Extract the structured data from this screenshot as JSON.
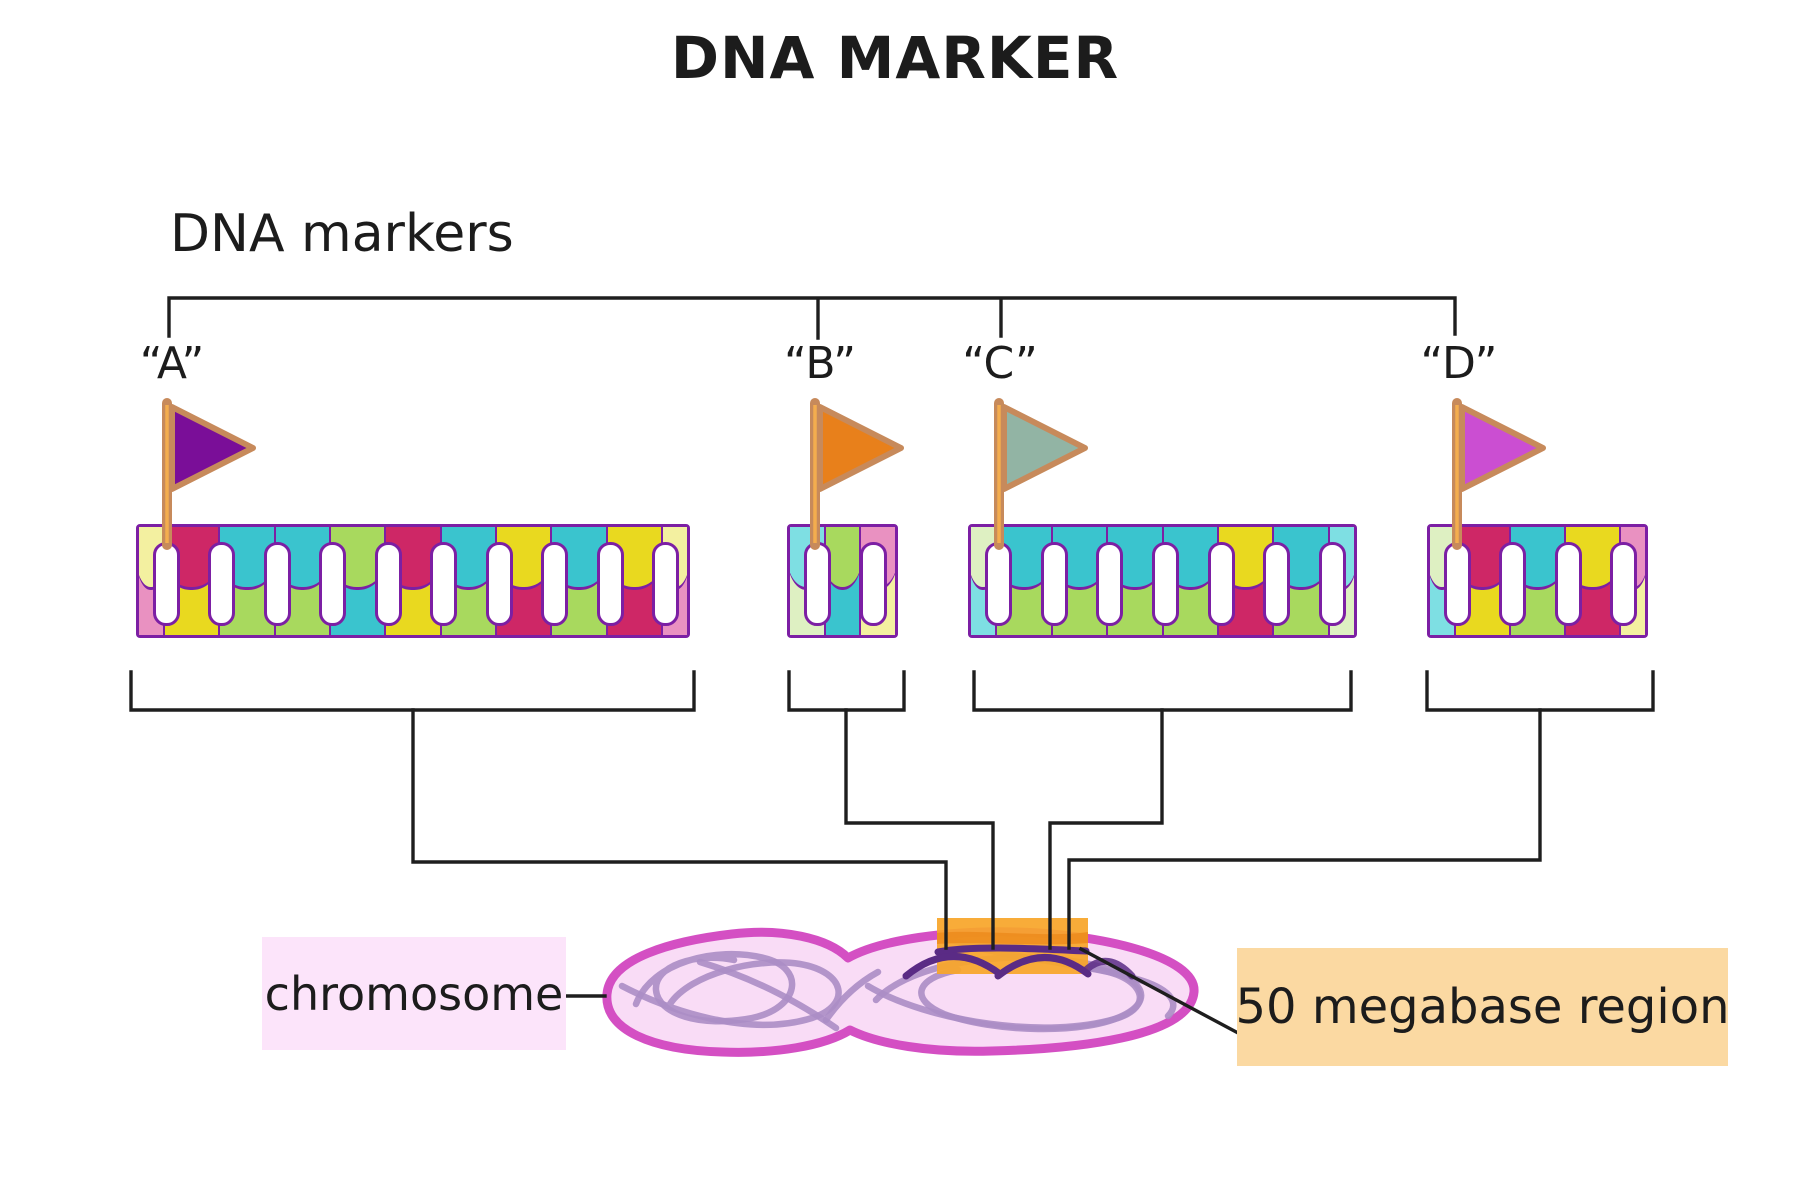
{
  "title": "DNA MARKER",
  "group_label": "DNA markers",
  "labels": {
    "chromosome": "chromosome",
    "region": "50 megabase region"
  },
  "palette": {
    "outline": "#7c1fa4",
    "crimson": "#ce2766",
    "yellow": "#e9d91f",
    "teal": "#3ac4ce",
    "green": "#a8d95e",
    "pale_yellow": "#f3f0a0",
    "pink": "#e991c1",
    "light_cyan": "#7edfe3",
    "pale_green": "#def0c2",
    "flag_pole": "#c78a5b",
    "flag_pole_stripe": "#f4ad4e",
    "connector_line": "#1e1e1e",
    "chromosome_outline": "#d44fc3",
    "chromosome_fill": "#f9dcf6",
    "squiggle": "#ab8dc5",
    "dna_strand": "#5a2b85",
    "highlight_orange": "#f7a62a",
    "highlight_orange_dark": "#ec8a1c",
    "chromosome_label_bg": "#fce4fa",
    "region_label_bg": "#fbd9a2"
  },
  "markers": [
    {
      "id": "A",
      "label": "“A”",
      "flag_color": "#7a0e98",
      "bars": 10,
      "segments": [
        {
          "top": "pale_yellow",
          "bottom": "pink",
          "edge": true
        },
        {
          "top": "crimson",
          "bottom": "yellow"
        },
        {
          "top": "teal",
          "bottom": "green"
        },
        {
          "top": "teal",
          "bottom": "green"
        },
        {
          "top": "green",
          "bottom": "teal"
        },
        {
          "top": "crimson",
          "bottom": "yellow"
        },
        {
          "top": "teal",
          "bottom": "green"
        },
        {
          "top": "yellow",
          "bottom": "crimson"
        },
        {
          "top": "teal",
          "bottom": "green"
        },
        {
          "top": "yellow",
          "bottom": "crimson"
        },
        {
          "top": "pale_yellow",
          "bottom": "pink",
          "edge": true
        }
      ]
    },
    {
      "id": "B",
      "label": "“B”",
      "flag_color": "#e8801b",
      "bars": 2,
      "segments": [
        {
          "top": "light_cyan",
          "bottom": "pale_green"
        },
        {
          "top": "green",
          "bottom": "teal"
        },
        {
          "top": "pink",
          "bottom": "pale_yellow"
        }
      ]
    },
    {
      "id": "C",
      "label": "“C”",
      "flag_color": "#92b4a4",
      "bars": 7,
      "segments": [
        {
          "top": "pale_green",
          "bottom": "light_cyan",
          "edge": true
        },
        {
          "top": "teal",
          "bottom": "green"
        },
        {
          "top": "teal",
          "bottom": "green"
        },
        {
          "top": "teal",
          "bottom": "green"
        },
        {
          "top": "teal",
          "bottom": "green"
        },
        {
          "top": "yellow",
          "bottom": "crimson"
        },
        {
          "top": "teal",
          "bottom": "green"
        },
        {
          "top": "light_cyan",
          "bottom": "pale_green",
          "edge": true
        }
      ]
    },
    {
      "id": "D",
      "label": "“D”",
      "flag_color": "#cb4ed2",
      "bars": 4,
      "segments": [
        {
          "top": "pale_green",
          "bottom": "light_cyan",
          "edge": true
        },
        {
          "top": "crimson",
          "bottom": "yellow"
        },
        {
          "top": "teal",
          "bottom": "green"
        },
        {
          "top": "yellow",
          "bottom": "crimson"
        },
        {
          "top": "pink",
          "bottom": "pale_yellow",
          "edge": true
        }
      ]
    }
  ]
}
